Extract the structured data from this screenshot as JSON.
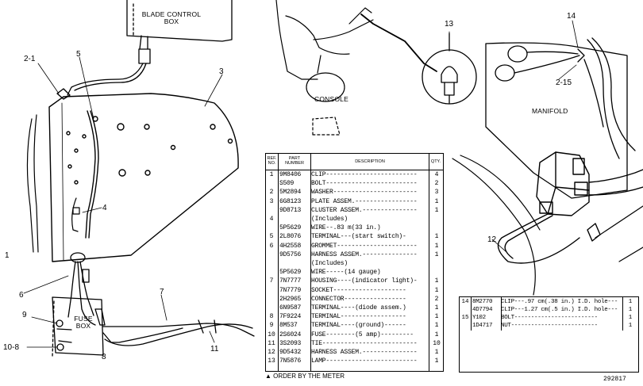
{
  "callouts": [
    "1",
    "2-1",
    "3",
    "4",
    "5",
    "6",
    "7",
    "8",
    "9",
    "10-8",
    "11",
    "12",
    "13",
    "14",
    "2-15"
  ],
  "captions": {
    "blade_control_box": [
      "BLADE CONTROL",
      "BOX"
    ],
    "console": "CONSOLE",
    "manifold": "MANIFOLD",
    "fuse_box": [
      "FUSE",
      "BOX"
    ]
  },
  "parts_table": {
    "headers": {
      "ref": [
        "REF.",
        "NO."
      ],
      "part": [
        "PART",
        "NUMBER"
      ],
      "desc": "DESCRIPTION",
      "qty": "QTY."
    },
    "rows": [
      {
        "ref": "1",
        "pn": "9M8406",
        "desc": "CLIP-------------------------",
        "qty": "4"
      },
      {
        "ref": "",
        "pn": "S509",
        "desc": "BOLT-------------------------",
        "qty": "2"
      },
      {
        "ref": "2",
        "pn": "5M2894",
        "desc": "WASHER-----------------------",
        "qty": "3"
      },
      {
        "ref": "3",
        "pn": "6G8123",
        "desc": "PLATE ASSEM.-----------------",
        "qty": "1"
      },
      {
        "ref": "",
        "pn": "9D8713",
        "desc": "CLUSTER ASSEM.---------------",
        "qty": "1"
      },
      {
        "ref": "4",
        "pn": "",
        "desc": "   (Includes)",
        "qty": ""
      },
      {
        "ref": "",
        "pn": "5P5629",
        "desc": "   WIRE--.83 m(33 in.)",
        "qty": ""
      },
      {
        "ref": "5",
        "pn": "2L8076",
        "desc": "   TERMINAL---(start switch)-",
        "qty": "1"
      },
      {
        "ref": "6",
        "pn": "4H2558",
        "desc": "GROMMET----------------------",
        "qty": "1"
      },
      {
        "ref": "",
        "pn": "9D5756",
        "desc": "HARNESS ASSEM.---------------",
        "qty": "1"
      },
      {
        "ref": "",
        "pn": "",
        "desc": "   (Includes)",
        "qty": ""
      },
      {
        "ref": "",
        "pn": "5P5629",
        "desc": "   WIRE-----(14 gauge)",
        "qty": ""
      },
      {
        "ref": "7",
        "pn": "7N7777",
        "desc": "   HOUSING----(indicator light)-",
        "qty": "1"
      },
      {
        "ref": "",
        "pn": "7N7779",
        "desc": "   SOCKET--------------------",
        "qty": "1"
      },
      {
        "ref": "",
        "pn": "2H2965",
        "desc": "   CONNECTOR-----------------",
        "qty": "2"
      },
      {
        "ref": "",
        "pn": "6N9587",
        "desc": "   TERMINAL----(diode assem.)",
        "qty": "1"
      },
      {
        "ref": "8",
        "pn": "7F9224",
        "desc": "   TERMINAL------------------",
        "qty": "1"
      },
      {
        "ref": "9",
        "pn": "8M537",
        "desc": "   TERMINAL----(ground)------",
        "qty": "1"
      },
      {
        "ref": "10",
        "pn": "2S6024",
        "desc": "FUSE--------(5 amp)---------",
        "qty": "1"
      },
      {
        "ref": "11",
        "pn": "3S2093",
        "desc": "TIE--------------------------",
        "qty": "10"
      },
      {
        "ref": "12",
        "pn": "9D5432",
        "desc": "HARNESS ASSEM.---------------",
        "qty": "1"
      },
      {
        "ref": "13",
        "pn": "7N5876",
        "desc": "LAMP-------------------------",
        "qty": "1"
      }
    ],
    "order_note": "ORDER BY THE METER"
  },
  "small_table": {
    "rows": [
      {
        "ref": "14",
        "pn": "8M2770",
        "desc": "CLIP---.97 cm(.38 in.) I.D. hole---",
        "qty": "1"
      },
      {
        "ref": "",
        "pn": "4D7794",
        "desc": "CLIP---1.27 cm(.5 in.) I.D. hole---",
        "qty": "1"
      },
      {
        "ref": "15",
        "pn": "Y102",
        "desc": "BOLT-------------------------",
        "qty": "1"
      },
      {
        "ref": "",
        "pn": "1D4717",
        "desc": "NUT--------------------------",
        "qty": "1"
      }
    ]
  },
  "drawing_number": "292817"
}
